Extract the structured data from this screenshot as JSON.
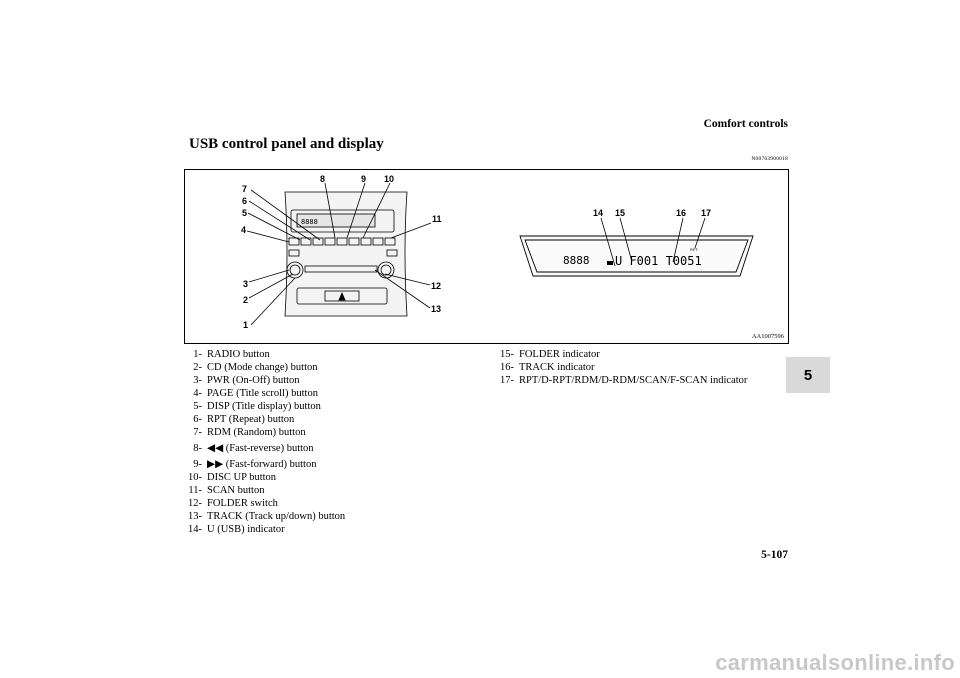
{
  "header": {
    "section": "Comfort controls"
  },
  "title": "USB control panel and display",
  "doc_code": "N00763900018",
  "figure": {
    "code": "AA1007596",
    "panel_callouts": [
      "1",
      "2",
      "3",
      "4",
      "5",
      "6",
      "7",
      "8",
      "9",
      "10",
      "11",
      "12",
      "13"
    ],
    "display_callouts": [
      "14",
      "15",
      "16",
      "17"
    ],
    "display": {
      "digits": "8888",
      "text": "U F001 T0051",
      "small_icon": "RPT"
    }
  },
  "items": [
    {
      "num": "1-",
      "text": "RADIO button"
    },
    {
      "num": "2-",
      "text": "CD (Mode change) button"
    },
    {
      "num": "3-",
      "text": "PWR (On-Off) button"
    },
    {
      "num": "4-",
      "text": "PAGE (Title scroll) button"
    },
    {
      "num": "5-",
      "text": "DISP (Title display) button"
    },
    {
      "num": "6-",
      "text": "RPT (Repeat) button"
    },
    {
      "num": "7-",
      "text": "RDM (Random) button"
    },
    {
      "num": "8-",
      "text": "◀◀ (Fast-reverse) button"
    },
    {
      "num": "9-",
      "text": "▶▶ (Fast-forward) button"
    },
    {
      "num": "10-",
      "text": "DISC UP button"
    },
    {
      "num": "11-",
      "text": "SCAN button"
    },
    {
      "num": "12-",
      "text": "FOLDER switch"
    },
    {
      "num": "13-",
      "text": "TRACK (Track up/down) button"
    },
    {
      "num": "14-",
      "text": "U (USB) indicator"
    },
    {
      "num": "15-",
      "text": "FOLDER indicator"
    },
    {
      "num": "16-",
      "text": "TRACK indicator"
    },
    {
      "num": "17-",
      "text": "RPT/D-RPT/RDM/D-RDM/SCAN/F-SCAN indicator"
    }
  ],
  "chapter_tab": "5",
  "page_number": "5-107",
  "watermark": "carmanualsonline.info"
}
